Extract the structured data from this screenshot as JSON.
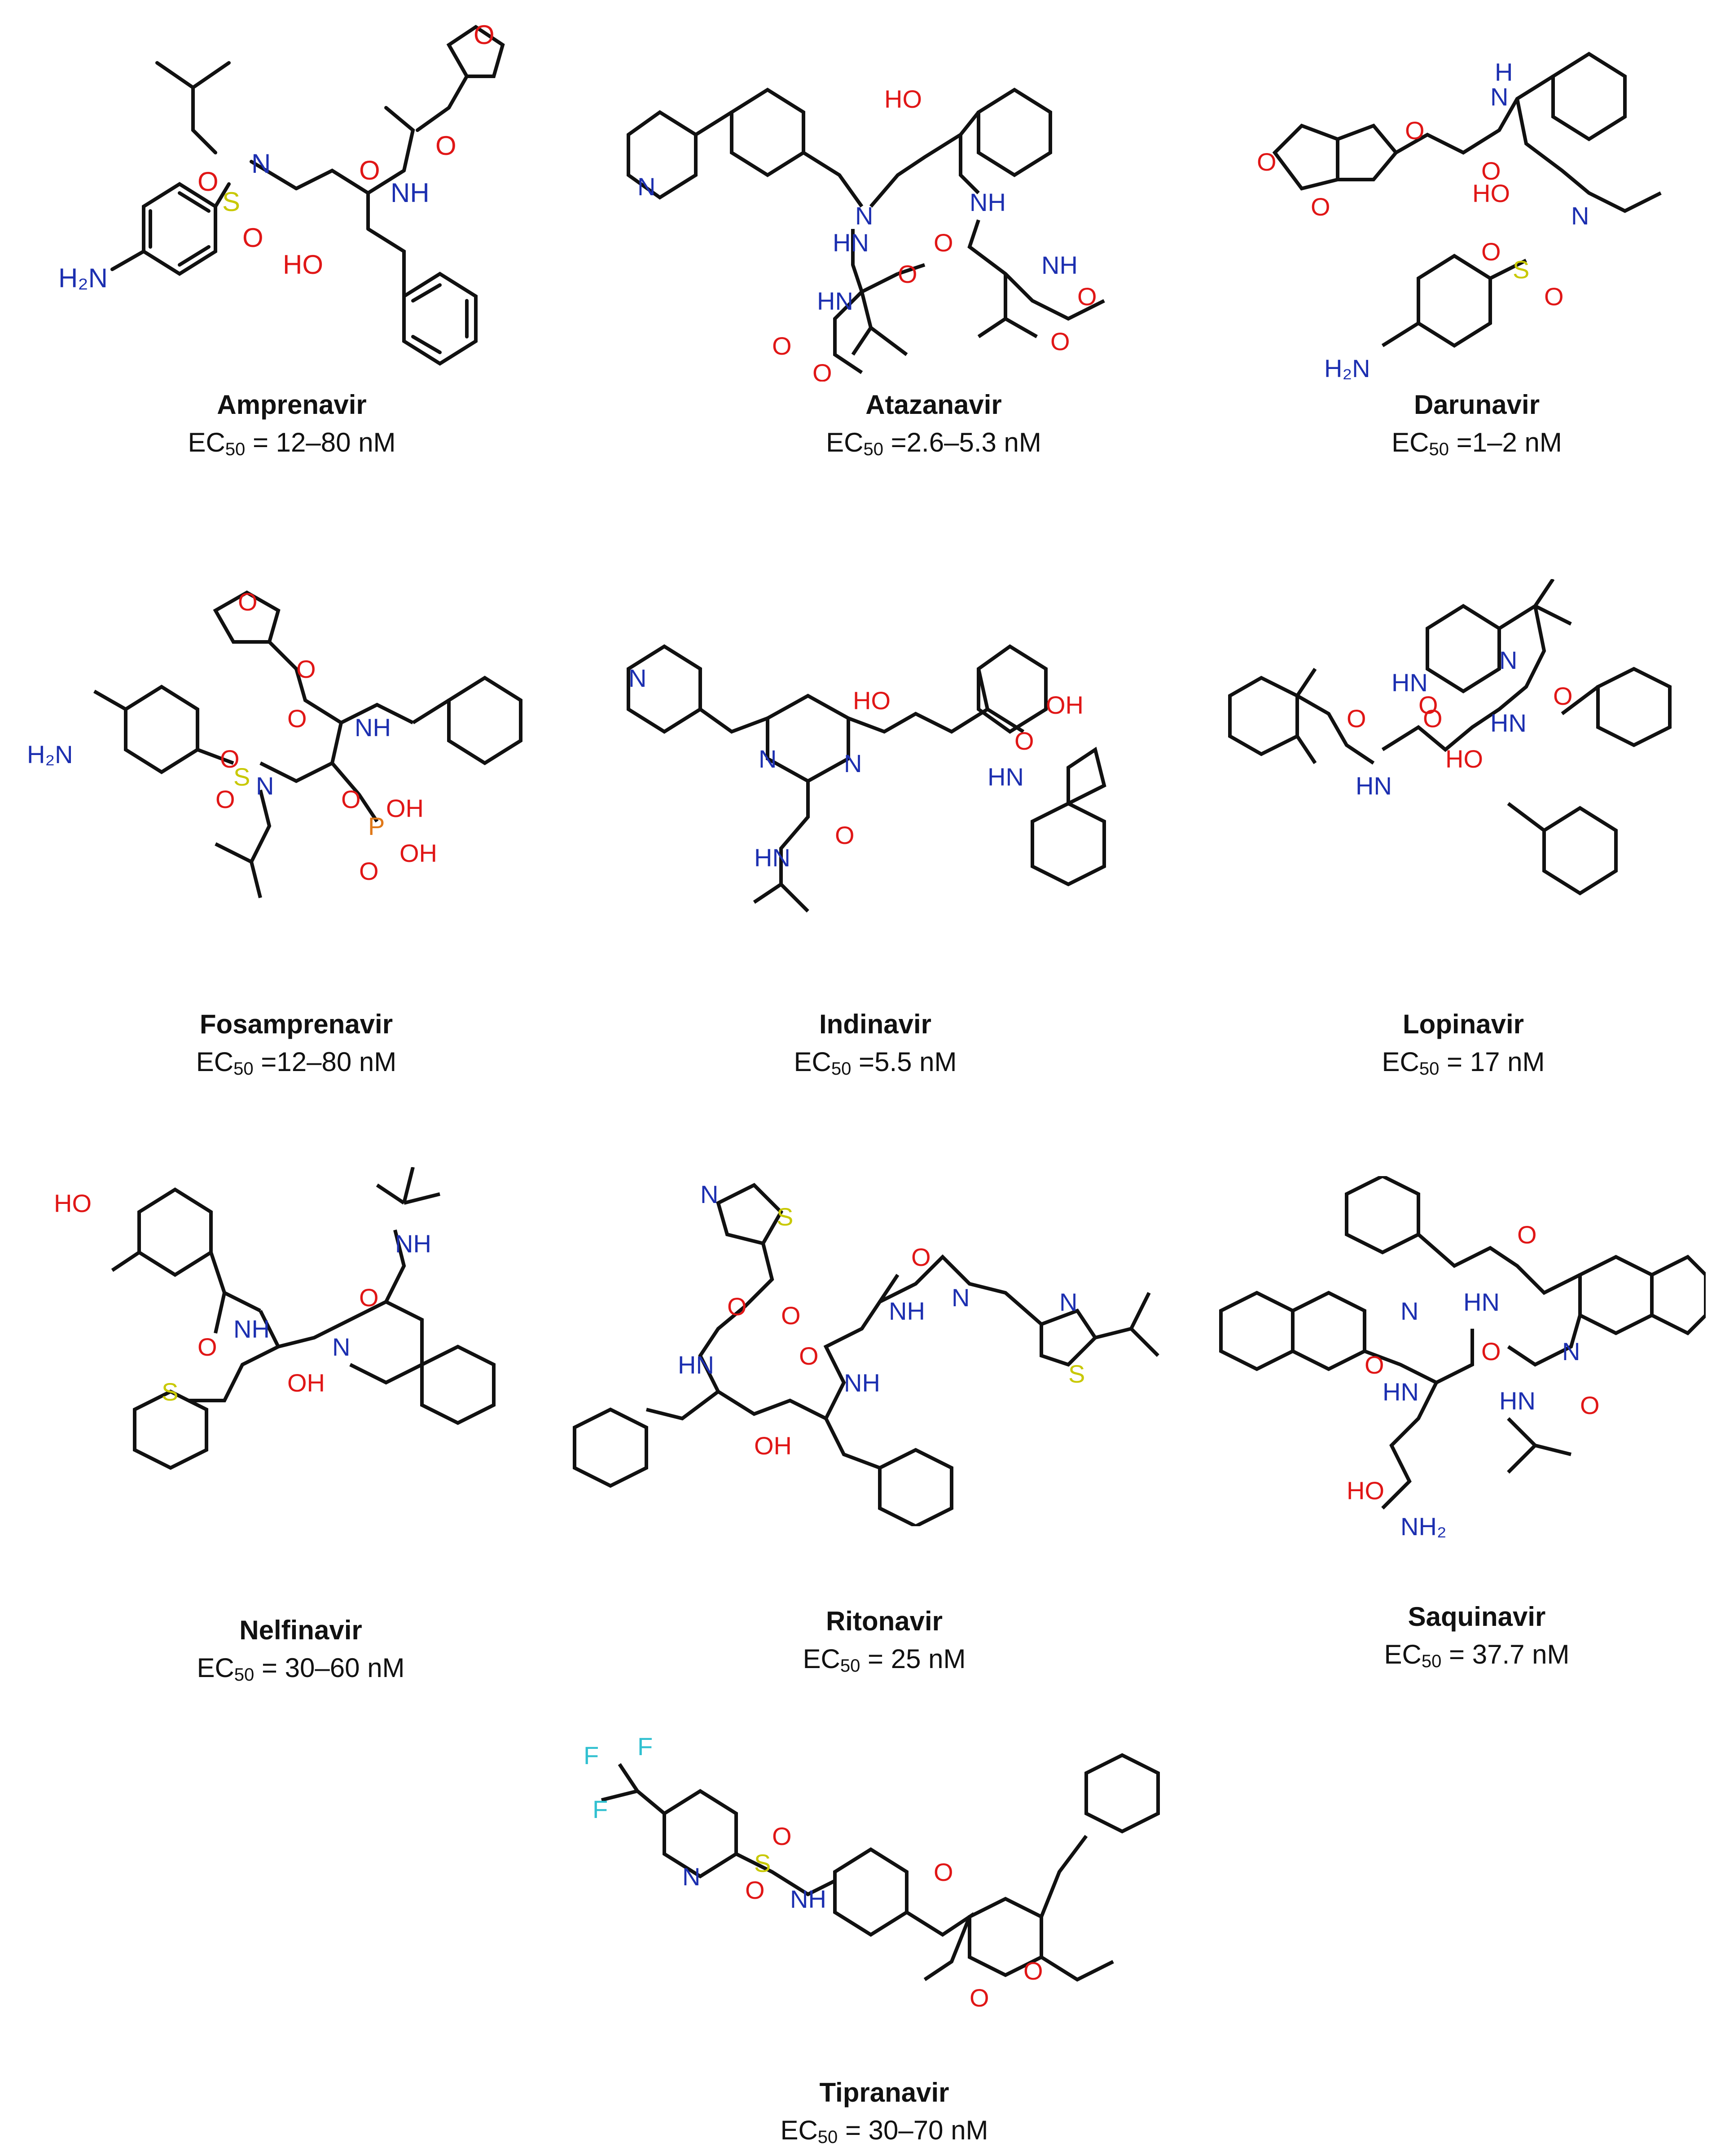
{
  "colors": {
    "bond": "#111111",
    "nitrogen": "#1c2fb0",
    "oxygen": "#e01616",
    "sulfur": "#c8c800",
    "phosphorus": "#e07818",
    "fluorine": "#30c0d0"
  },
  "ec_prefix": "EC",
  "ec_subscript": "50",
  "drugs": [
    {
      "name": "Amprenavir",
      "ec_value": " = 12–80 nM"
    },
    {
      "name": "Atazanavir",
      "ec_value": " =2.6–5.3 nM"
    },
    {
      "name": "Darunavir",
      "ec_value": " =1–2 nM"
    },
    {
      "name": "Fosamprenavir",
      "ec_value": " =12–80 nM"
    },
    {
      "name": "Indinavir",
      "ec_value": " =5.5 nM"
    },
    {
      "name": "Lopinavir",
      "ec_value": " = 17 nM"
    },
    {
      "name": "Nelfinavir",
      "ec_value": " = 30–60 nM"
    },
    {
      "name": "Ritonavir",
      "ec_value": " = 25 nM"
    },
    {
      "name": "Saquinavir",
      "ec_value": " = 37.7 nM"
    },
    {
      "name": "Tipranavir",
      "ec_value": " = 30–70 nM"
    }
  ]
}
